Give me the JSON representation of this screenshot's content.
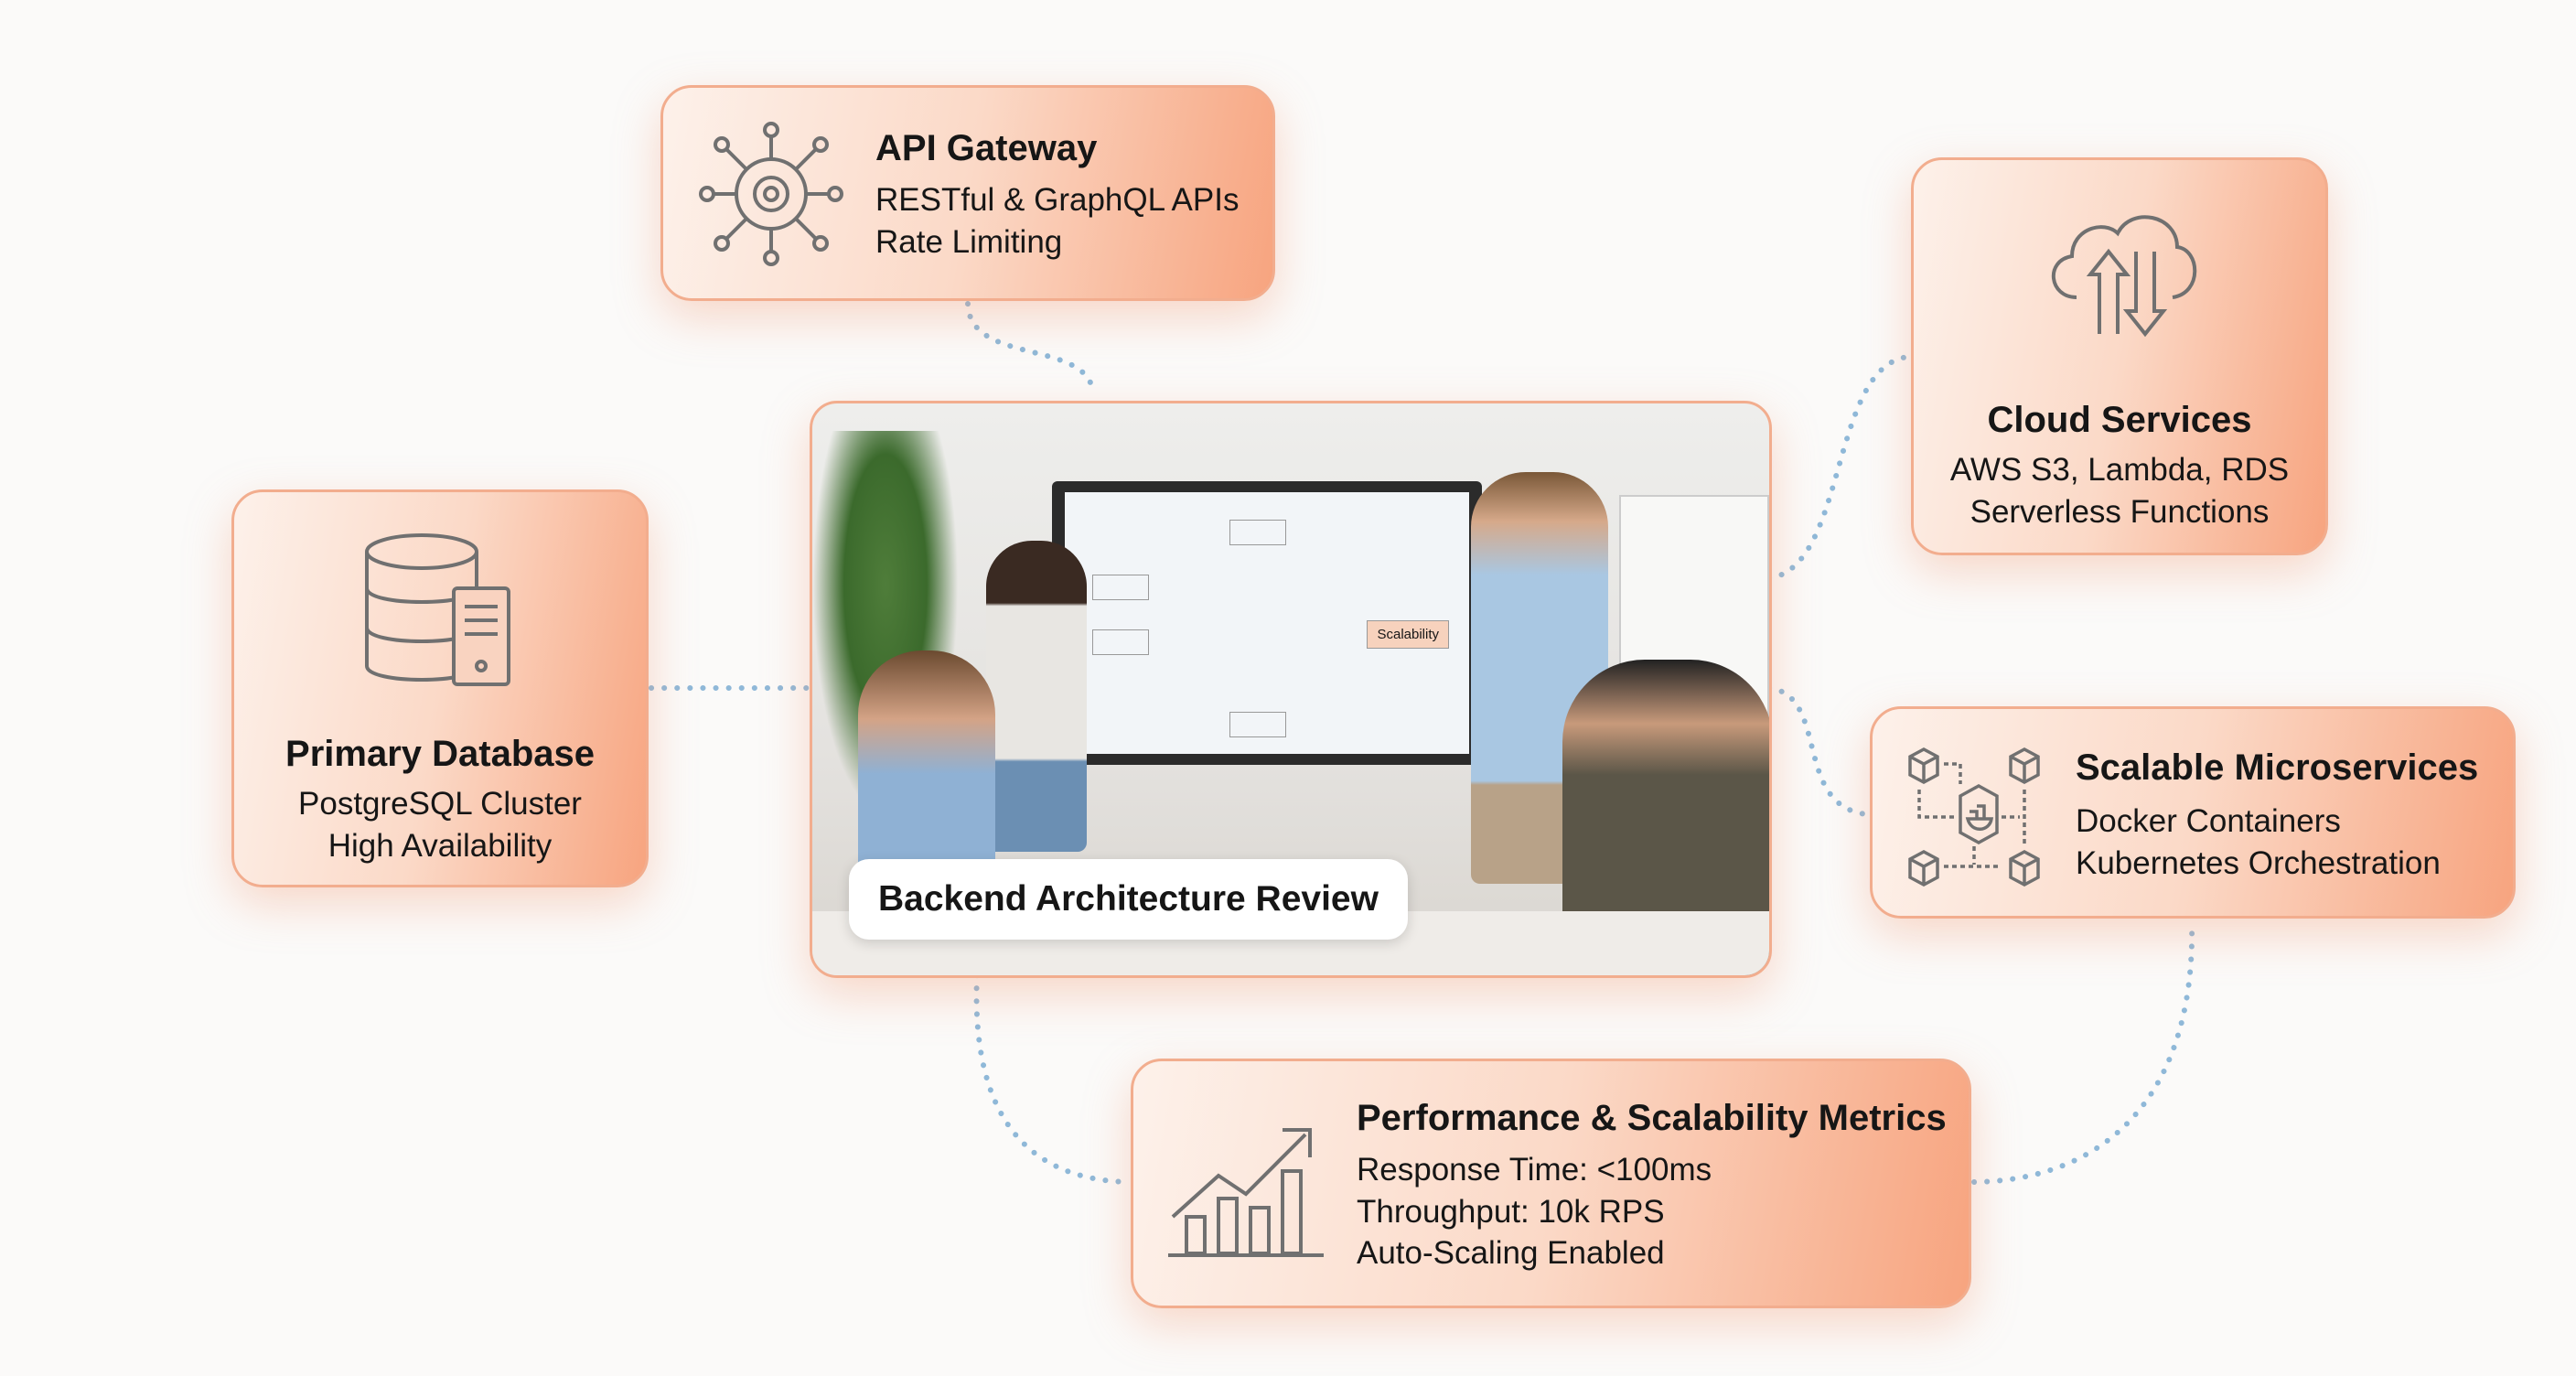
{
  "colors": {
    "accent": "#f7a47f",
    "card_light": "#fdf1ea",
    "connector": "#8fb8d8",
    "icon": "#707070"
  },
  "photo": {
    "caption": "Backend Architecture Review",
    "screen_label": "Scalability"
  },
  "cards": {
    "api_gateway": {
      "title": "API Gateway",
      "lines": [
        "RESTful & GraphQL APIs",
        "Rate Limiting"
      ],
      "icon": "network-gear-icon"
    },
    "cloud": {
      "title": "Cloud Services",
      "lines": [
        "AWS S3, Lambda, RDS",
        "Serverless Functions"
      ],
      "icon": "cloud-upload-download-icon"
    },
    "database": {
      "title": "Primary Database",
      "lines": [
        "PostgreSQL Cluster",
        "High Availability"
      ],
      "icon": "database-server-icon"
    },
    "microservices": {
      "title": "Scalable Microservices",
      "lines": [
        "Docker Containers",
        "Kubernetes Orchestration"
      ],
      "icon": "docker-cubes-icon"
    },
    "metrics": {
      "title": "Performance & Scalability Metrics",
      "lines": [
        "Response Time: <100ms",
        "Throughput: 10k RPS",
        "Auto-Scaling Enabled"
      ],
      "icon": "growth-chart-icon"
    }
  }
}
